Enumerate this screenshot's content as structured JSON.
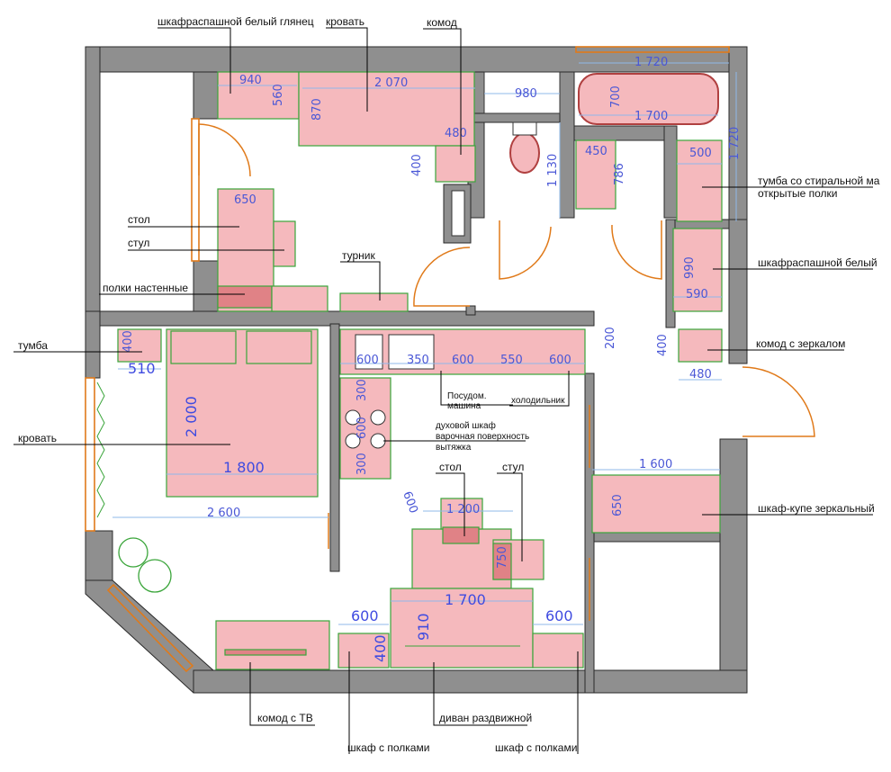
{
  "labels": {
    "wardrobe_gloss": "шкафраспашной белый глянец",
    "bed_top": "кровать",
    "dresser_top": "комод",
    "table_left": "стол",
    "chair_left": "стул",
    "wall_shelves": "полки настенные",
    "bar": "турник",
    "nightstand": "тумба",
    "bed_left": "кровать",
    "dishwasher_1": "Посудом.",
    "dishwasher_2": "машина",
    "fridge": "холодильник",
    "oven_1": "духовой шкаф",
    "oven_2": "варочная поверхность",
    "oven_3": "вытяжка",
    "table_mid": "стол",
    "chair_mid": "стул",
    "washer_1": "тумба со стиральной ма",
    "washer_2": "открытые полки",
    "wardrobe_white": "шкафраспашной белый",
    "dresser_mirror": "комод с зеркалом",
    "wardrobe_sliding": "шкаф-купе зеркальный",
    "tv_dresser": "комод с ТВ",
    "sofa": "диван раздвижной",
    "shelf_left": "шкаф с полками",
    "shelf_right": "шкаф с полками"
  },
  "dims": {
    "d940": "940",
    "d560": "560",
    "d2070": "2 070",
    "d870": "870",
    "d480a": "480",
    "d400a": "400",
    "d980": "980",
    "d1720a": "1 720",
    "d700": "700",
    "d1700a": "1 700",
    "d1720b": "1 720",
    "d1130": "1 130",
    "d450": "450",
    "d786": "786",
    "d500": "500",
    "d650a": "650",
    "d990": "990",
    "d590": "590",
    "d200": "200",
    "d400b": "400",
    "d480b": "480",
    "d400c": "400",
    "d510": "510",
    "d2000": "2 000",
    "d1800": "1 800",
    "d2600": "2 600",
    "d600a": "600",
    "d350": "350",
    "d600b": "600",
    "d550": "550",
    "d600c": "600",
    "d300a": "300",
    "d600d": "600",
    "d300b": "300",
    "d600e": "600",
    "d1200": "1 200",
    "d750": "750",
    "d1600": "1 600",
    "d650b": "650",
    "d1700b": "1 700",
    "d910": "910",
    "d600f": "600",
    "d600g": "600",
    "d400d": "400"
  }
}
